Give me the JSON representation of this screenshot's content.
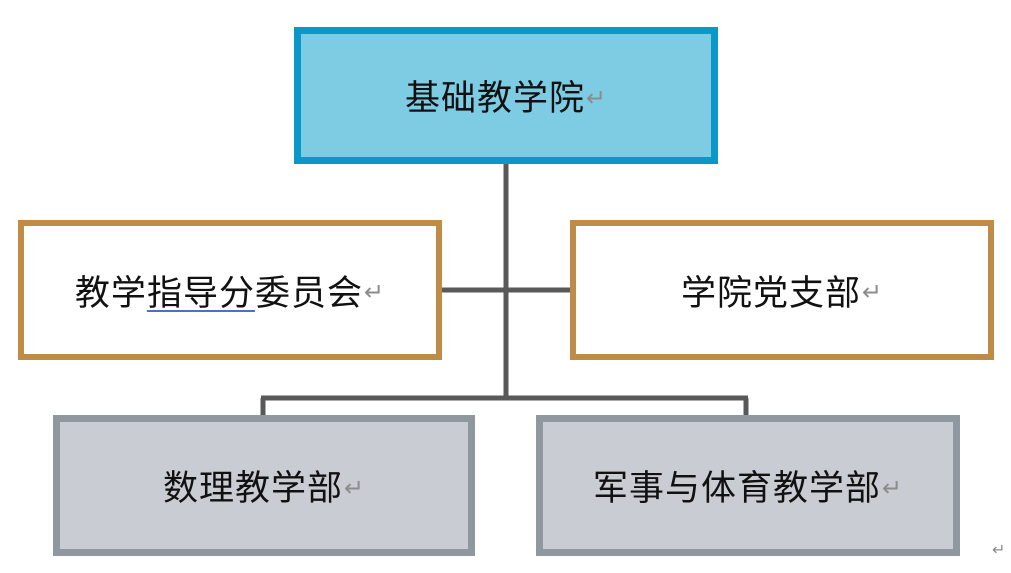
{
  "diagram": {
    "nodes": {
      "top": {
        "label": "基础教学院"
      },
      "left": {
        "label_start": "教学",
        "label_underlined": "指导分",
        "label_end": "委员会"
      },
      "right": {
        "label": "学院党支部"
      },
      "bottom_left": {
        "label": "数理教学部"
      },
      "bottom_right": {
        "label": "军事与体育教学部"
      }
    },
    "paragraph_mark": "↵",
    "colors": {
      "top_fill": "#7ecce4",
      "top_border": "#0b98c8",
      "middle_border": "#bf8c48",
      "bottom_fill": "#c9cdd3",
      "bottom_border": "#8f979f",
      "connector": "#595959"
    }
  }
}
